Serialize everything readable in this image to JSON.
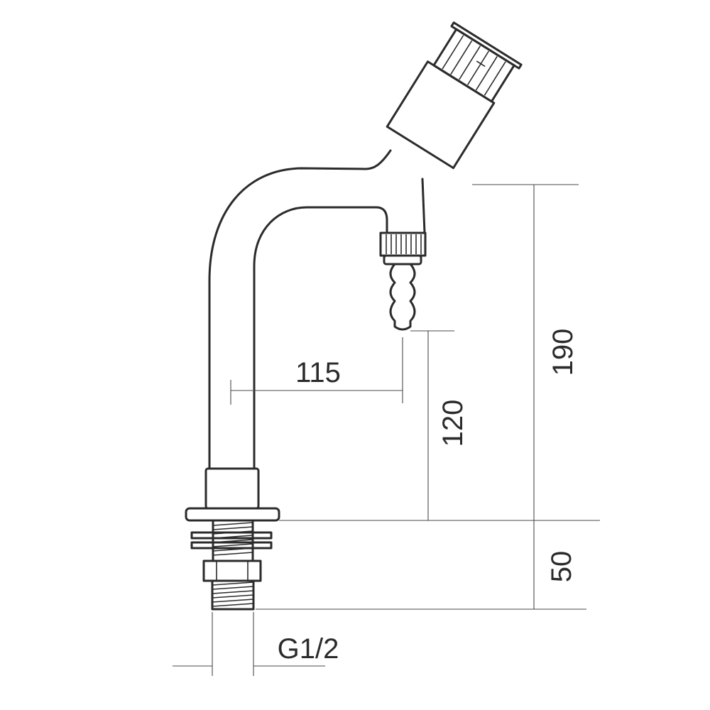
{
  "dimensions": {
    "spout_reach": "115",
    "outlet_height": "120",
    "total_height": "190",
    "shank_length": "50",
    "thread_size": "G1/2"
  },
  "colors": {
    "line": "#2b2b2b",
    "dimension_line": "#4a4a4a",
    "background": "#ffffff"
  }
}
